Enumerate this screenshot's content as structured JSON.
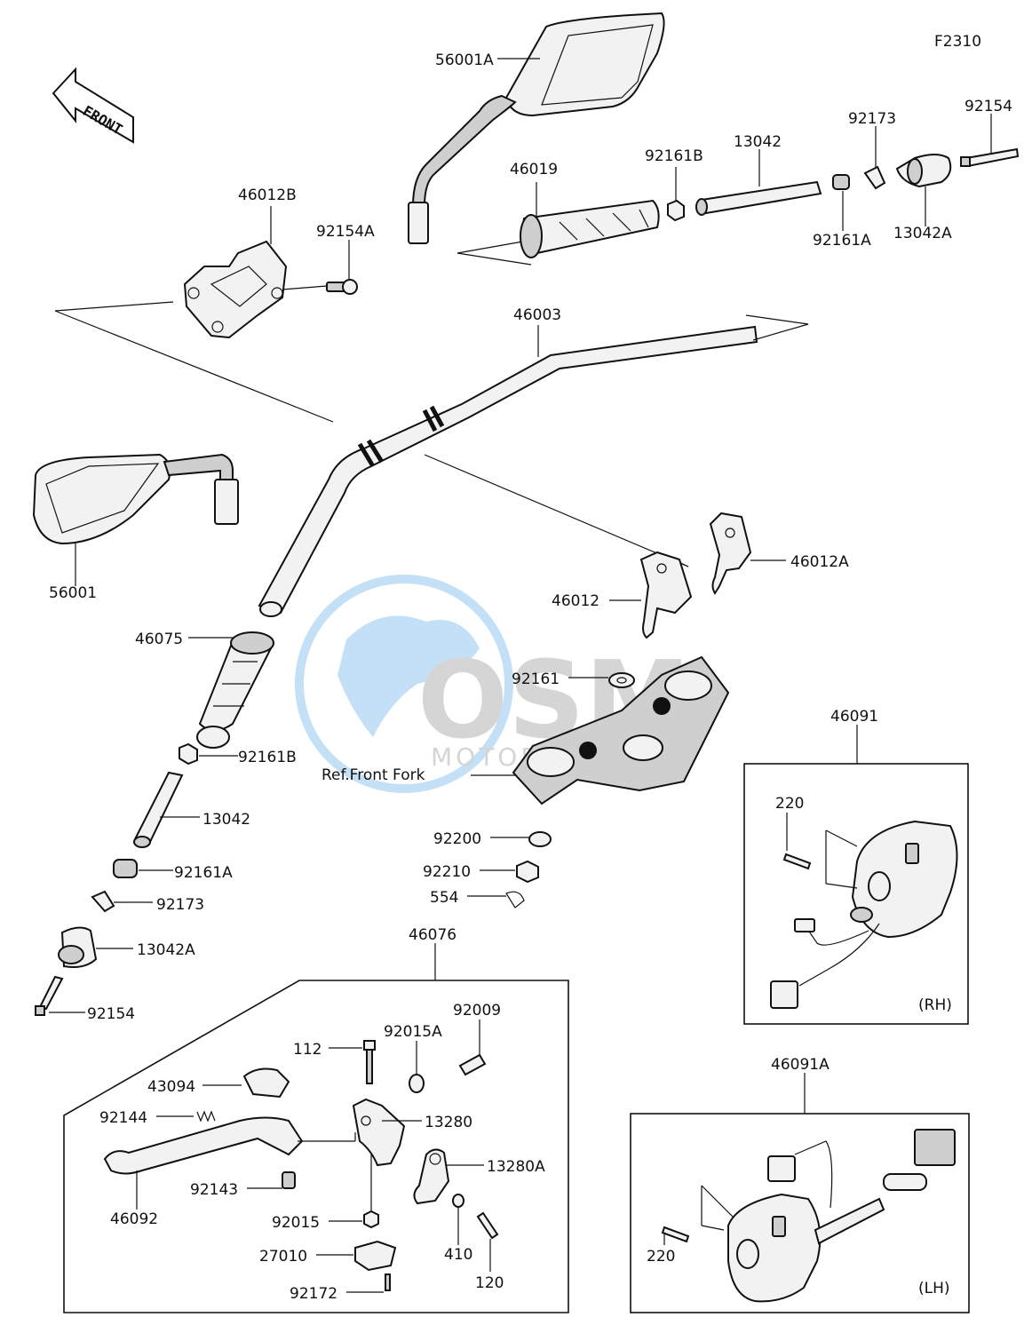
{
  "figure_code": "F2310",
  "front_label": "FRONT",
  "watermark": {
    "text_main": "OSM",
    "text_sub": "MOTORPARTS",
    "color": "#5aa7e6"
  },
  "labels": {
    "p56001A": "56001A",
    "p92154_top": "92154",
    "p92173_top": "92173",
    "p13042_top": "13042",
    "p92161B_top": "92161B",
    "p46019": "46019",
    "p92161A_top": "92161A",
    "p13042A_top": "13042A",
    "p46012B": "46012B",
    "p92154A": "92154A",
    "p46003": "46003",
    "p56001": "56001",
    "p46012A": "46012A",
    "p46012": "46012",
    "p46075": "46075",
    "p92161": "92161",
    "p92161B_left": "92161B",
    "ref_front_fork": "Ref.Front Fork",
    "p13042_left": "13042",
    "p92200": "92200",
    "p92161A_left": "92161A",
    "p92210": "92210",
    "p92173_left": "92173",
    "p554": "554",
    "p13042A_left": "13042A",
    "p46076": "46076",
    "p92154_left": "92154",
    "p92009": "92009",
    "p112": "112",
    "p92015A": "92015A",
    "p43094": "43094",
    "p13280": "13280",
    "p92144": "92144",
    "p13280A": "13280A",
    "p92143": "92143",
    "p46092": "46092",
    "p92015": "92015",
    "p410": "410",
    "p120": "120",
    "p27010": "27010",
    "p92172": "92172",
    "p46091": "46091",
    "p220_rh": "220",
    "rh": "(RH)",
    "p46091A": "46091A",
    "p220_lh": "220",
    "lh": "(LH)"
  }
}
